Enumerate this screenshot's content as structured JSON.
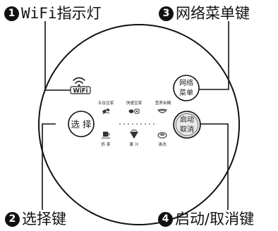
{
  "callouts": [
    {
      "number": "1",
      "label": "WiFi指示灯"
    },
    {
      "number": "3",
      "label": "网络菜单键"
    },
    {
      "number": "2",
      "label": "选择键"
    },
    {
      "number": "4",
      "label": "启动/取消键"
    }
  ],
  "panel": {
    "wifi_badge": "WiFi",
    "select_button": "选 择",
    "network_button_line1": "网络",
    "network_button_line2": "菜单",
    "start_button_line1": "启动",
    "start_button_line2": "取消",
    "modes_top": [
      "五谷豆浆",
      "快速豆浆",
      "营养米糊"
    ],
    "modes_bottom": [
      "奶 茶",
      "果 汁",
      "清洗"
    ]
  }
}
